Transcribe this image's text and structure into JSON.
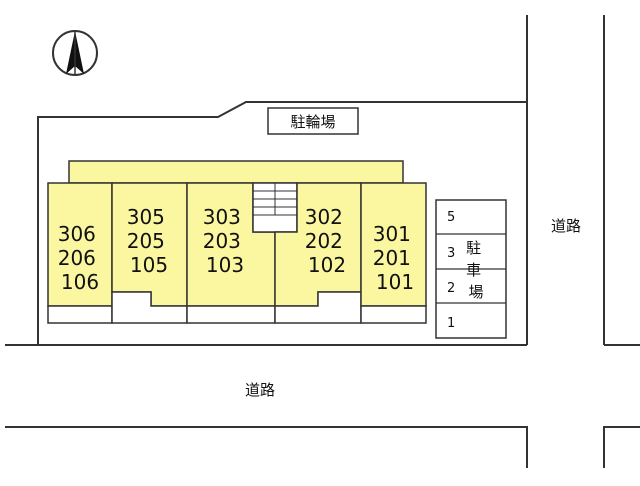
{
  "north_label": "N",
  "bicycle_parking_label": "駐輪場",
  "road_label_right": "道路",
  "road_label_bottom": "道路",
  "parking_label": [
    "駐",
    "車",
    "場"
  ],
  "parking_spaces": [
    "5",
    "3",
    "2",
    "1"
  ],
  "units": [
    {
      "id": "stack-306",
      "lines": [
        "306",
        "206",
        "106"
      ]
    },
    {
      "id": "stack-305",
      "lines": [
        "305",
        "205",
        "105"
      ]
    },
    {
      "id": "stack-303",
      "lines": [
        "303",
        "203",
        "103"
      ]
    },
    {
      "id": "stack-302",
      "lines": [
        "302",
        "202",
        "102"
      ]
    },
    {
      "id": "stack-301",
      "lines": [
        "301",
        "201",
        "101"
      ]
    }
  ],
  "colors": {
    "unit_fill": "#fbf7a0",
    "line": "#333333",
    "background": "#ffffff"
  }
}
